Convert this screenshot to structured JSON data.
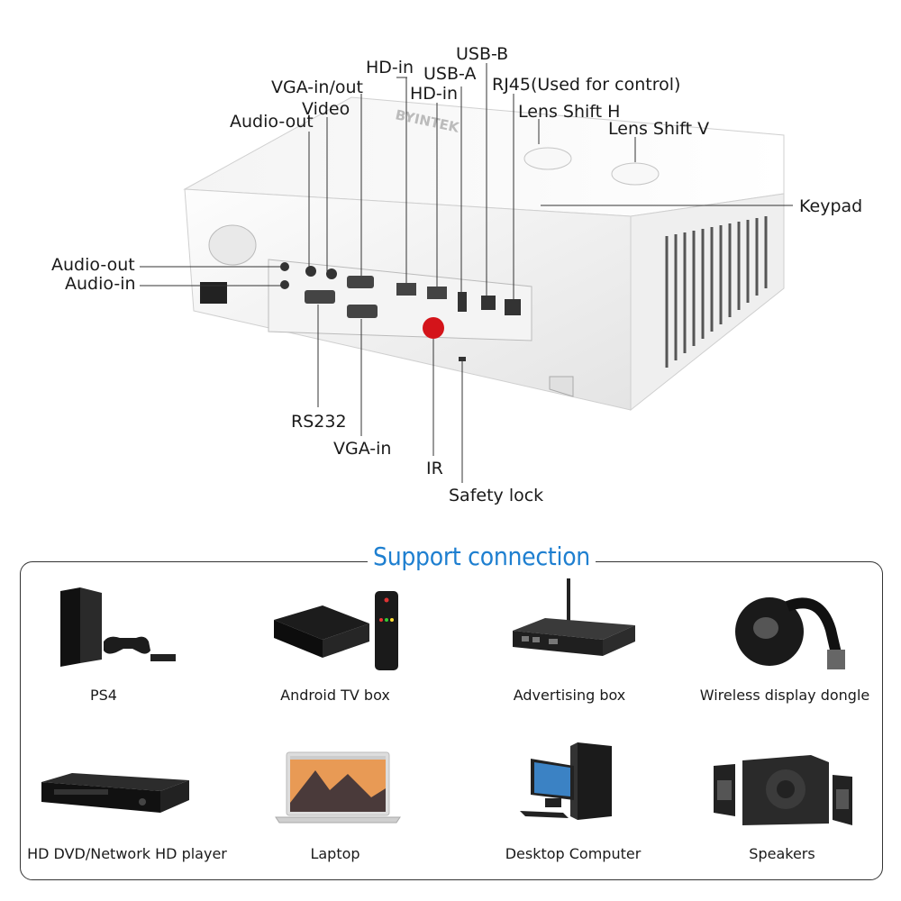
{
  "ports": {
    "usb_b": "USB-B",
    "hd_in_top": "HD-in",
    "usb_a": "USB-A",
    "rj45": "RJ45(Used for control)",
    "vga_in_out": "VGA-in/out",
    "hd_in_mid": "HD-in",
    "video": "Video",
    "lens_shift_h": "Lens Shift H",
    "audio_out_top": "Audio-out",
    "lens_shift_v": "Lens Shift V",
    "keypad": "Keypad",
    "audio_out_left": "Audio-out",
    "audio_in": "Audio-in",
    "rs232": "RS232",
    "vga_in": "VGA-in",
    "ir": "IR",
    "safety_lock": "Safety lock"
  },
  "projector": {
    "brand": "BYINTEK"
  },
  "support": {
    "title": "Support connection",
    "devices": [
      {
        "label": "PS4",
        "icon": "ps4-console-icon"
      },
      {
        "label": "Android TV box",
        "icon": "android-tv-box-icon"
      },
      {
        "label": "Advertising box",
        "icon": "advertising-box-icon"
      },
      {
        "label": "Wireless display dongle",
        "icon": "wireless-dongle-icon"
      },
      {
        "label": "HD DVD/Network HD player",
        "icon": "dvd-player-icon"
      },
      {
        "label": "Laptop",
        "icon": "laptop-icon"
      },
      {
        "label": "Desktop Computer",
        "icon": "desktop-computer-icon"
      },
      {
        "label": "Speakers",
        "icon": "speakers-icon"
      }
    ]
  },
  "colors": {
    "accent": "#1e7fd0",
    "ir_red": "#d4141a"
  }
}
